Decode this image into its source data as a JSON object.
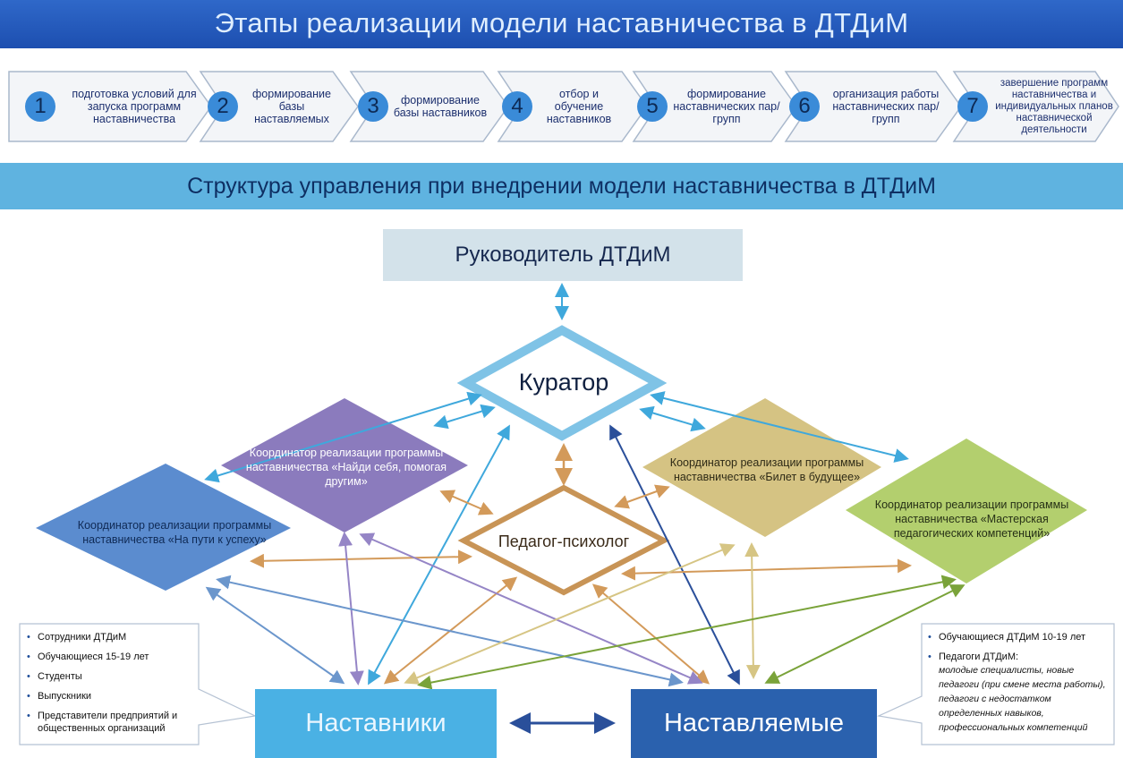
{
  "header": {
    "title": "Этапы реализации модели наставничества в ДТДиМ"
  },
  "steps": [
    {
      "number": "1",
      "label": "подготовка условий для запуска программ наставничества"
    },
    {
      "number": "2",
      "label": "формирование базы наставляемых"
    },
    {
      "number": "3",
      "label": "формирование базы наставников"
    },
    {
      "number": "4",
      "label": "отбор и обучение наставников"
    },
    {
      "number": "5",
      "label": "формирование наставнических пар/групп"
    },
    {
      "number": "6",
      "label": "организация работы наставнических пар/групп"
    },
    {
      "number": "7",
      "label": "завершение программ наставничества и индивидуальных планов наставнической деятельности"
    }
  ],
  "structure": {
    "title": "Структура управления при внедрении модели наставничества в ДТДиМ",
    "head": "Руководитель ДТДиМ",
    "curator": "Куратор",
    "psychologist": "Педагог-психолог",
    "coordinators": [
      {
        "label": "Координатор реализации программы наставничества «Найди себя, помогая другим»",
        "color": "#8b7bbd"
      },
      {
        "label": "Координатор реализации программы наставничества «На пути к успеху»",
        "color": "#5b8ccf"
      },
      {
        "label": "Координатор реализации программы наставничества «Билет в будущее»",
        "color": "#d5c383"
      },
      {
        "label": "Координатор реализации программы наставничества «Мастерская педагогических компетенций»",
        "color": "#b3cf6e"
      }
    ],
    "mentors": "Наставники",
    "mentees": "Наставляемые"
  },
  "mentors_list": [
    "Сотрудники ДТДиМ",
    "Обучающиеся 15-19 лет",
    "Студенты",
    "Выпускники",
    "Представители предприятий и общественных организаций"
  ],
  "mentees_list": [
    {
      "label": "Обучающиеся ДТДиМ 10-19 лет",
      "note": ""
    },
    {
      "label": "Педагоги ДТДиМ:",
      "note": "молодые специалисты, новые педагоги (при смене места работы), педагоги с недостатком определенных навыков, профессиональных компетенций"
    }
  ],
  "colors": {
    "title_bar": "#2a5fc0",
    "structure_bar": "#5fb3e0",
    "curator": "#7fc3e6",
    "psychologist": "#c89456",
    "mentors": "#4ab1e4",
    "mentees": "#2a61ae"
  }
}
